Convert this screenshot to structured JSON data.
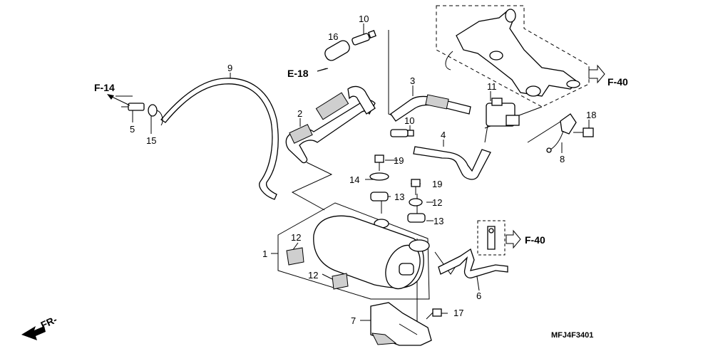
{
  "diagram_code": "MFJ4F3401",
  "direction": {
    "label": "FR-"
  },
  "references": [
    {
      "id": "f14",
      "label": "F-14"
    },
    {
      "id": "e18",
      "label": "E-18"
    },
    {
      "id": "f40a",
      "label": "F-40"
    },
    {
      "id": "f40b",
      "label": "F-40"
    }
  ],
  "callouts": [
    {
      "id": "c1",
      "label": "1"
    },
    {
      "id": "c2",
      "label": "2"
    },
    {
      "id": "c3",
      "label": "3"
    },
    {
      "id": "c4",
      "label": "4"
    },
    {
      "id": "c5",
      "label": "5"
    },
    {
      "id": "c6",
      "label": "6"
    },
    {
      "id": "c7",
      "label": "7"
    },
    {
      "id": "c8",
      "label": "8"
    },
    {
      "id": "c9",
      "label": "9"
    },
    {
      "id": "c10a",
      "label": "10"
    },
    {
      "id": "c10b",
      "label": "10"
    },
    {
      "id": "c11",
      "label": "11"
    },
    {
      "id": "c12a",
      "label": "12"
    },
    {
      "id": "c12b",
      "label": "12"
    },
    {
      "id": "c12c",
      "label": "12"
    },
    {
      "id": "c13a",
      "label": "13"
    },
    {
      "id": "c13b",
      "label": "13"
    },
    {
      "id": "c14",
      "label": "14"
    },
    {
      "id": "c15",
      "label": "15"
    },
    {
      "id": "c16",
      "label": "16"
    },
    {
      "id": "c17",
      "label": "17"
    },
    {
      "id": "c18",
      "label": "18"
    },
    {
      "id": "c19a",
      "label": "19"
    },
    {
      "id": "c19b",
      "label": "19"
    }
  ]
}
